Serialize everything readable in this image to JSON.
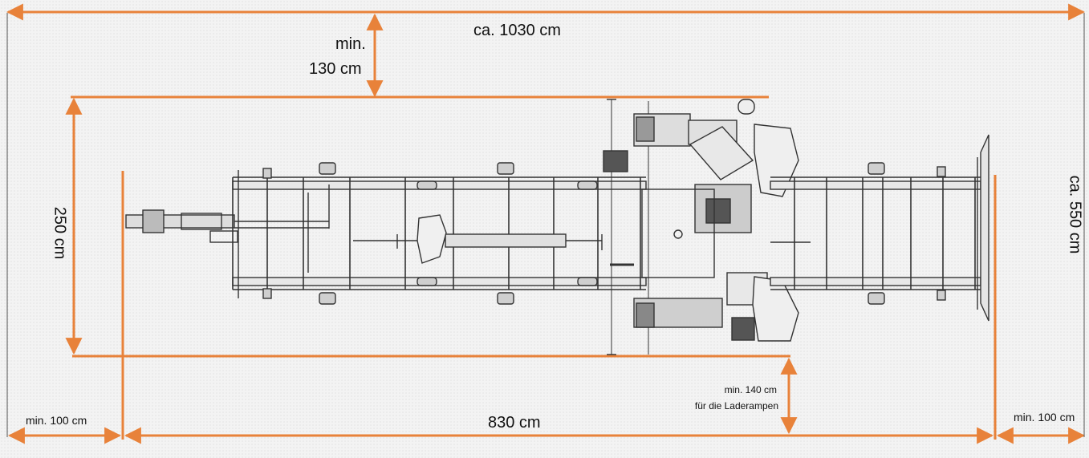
{
  "dimensions": {
    "total_length": "ca. 1030 cm",
    "top_clearance_line1": "min.",
    "top_clearance_line2": "130 cm",
    "frame_width": "250 cm",
    "total_width": "ca. 550 cm",
    "machine_length": "830 cm",
    "left_clearance": "min. 100 cm",
    "right_clearance": "min. 100 cm",
    "ramp_clearance_line1": "min. 140 cm",
    "ramp_clearance_line2": "für die Laderampen"
  },
  "colors": {
    "dimension_line": "#e8823a",
    "machine_line": "#333333",
    "background": "#f3f3f3"
  }
}
